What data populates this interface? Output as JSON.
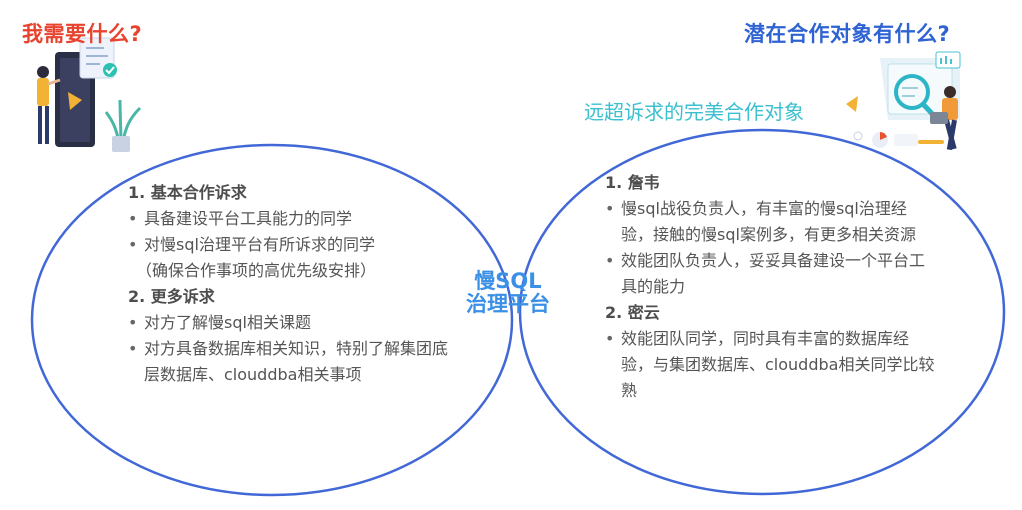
{
  "left_heading": "我需要什么?",
  "right_heading": "潜在合作对象有什么?",
  "right_subheading": "远超诉求的完美合作对象",
  "center_label": [
    "慢SQL",
    "治理平台"
  ],
  "left": {
    "sections": [
      {
        "title": "1. 基本合作诉求",
        "items": [
          "具备建设平台工具能力的同学",
          "对慢sql治理平台有所诉求的同学"
        ],
        "note": "（确保合作事项的高优先级安排）"
      },
      {
        "title": "2. 更多诉求",
        "items": [
          "对方了解慢sql相关课题",
          "对方具备数据库相关知识，特别了解集团底层数据库、clouddba相关事项"
        ]
      }
    ]
  },
  "right": {
    "sections": [
      {
        "title": "1. 詹韦",
        "items": [
          "慢sql战役负责人，有丰富的慢sql治理经验，接触的慢sql案例多，有更多相关资源",
          "效能团队负责人，妥妥具备建设一个平台工具的能力"
        ]
      },
      {
        "title": "2. 密云",
        "items": [
          "效能团队同学，同时具有丰富的数据库经验，与集团数据库、clouddba相关同学比较熟"
        ]
      }
    ]
  },
  "colors": {
    "left_heading": "#e8432e",
    "right_heading": "#2f63d3",
    "subheading": "#3cc0cf",
    "center_label": "#3a8fe6",
    "ellipse_stroke": "#4168d6"
  },
  "icons": [
    "person-presenting-document-illustration",
    "person-analyzing-report-illustration"
  ]
}
